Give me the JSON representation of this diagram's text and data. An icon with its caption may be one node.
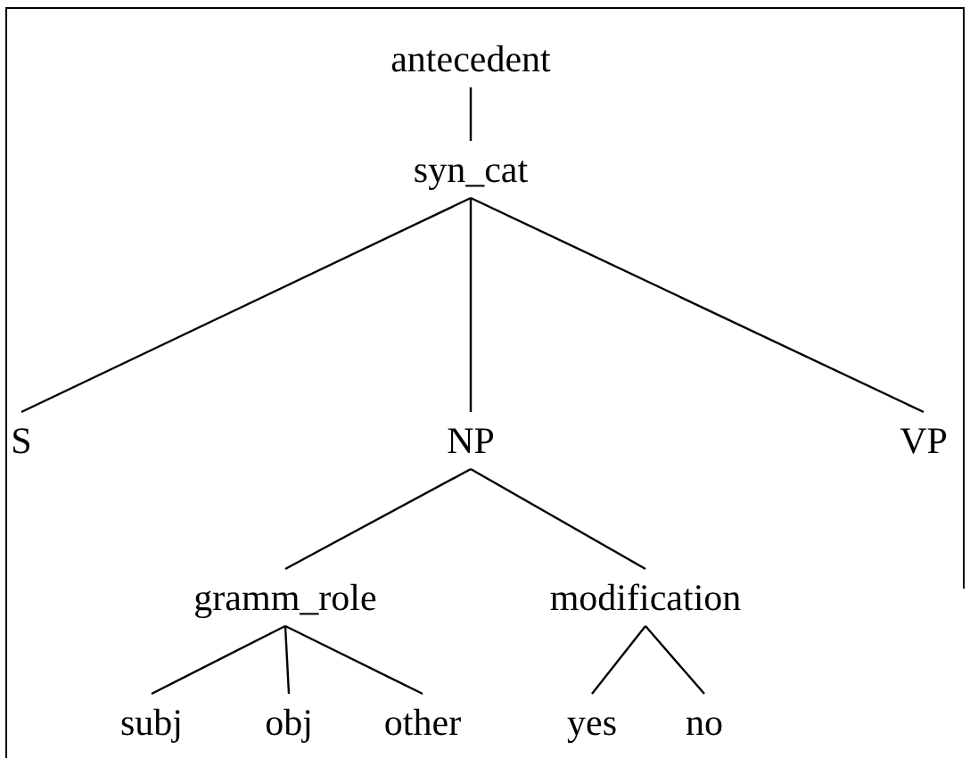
{
  "diagram": {
    "nodes": [
      {
        "text": [
          "antecedent"
        ]
      },
      {
        "text": [
          "syn_cat"
        ]
      },
      {
        "text": [
          "S"
        ]
      },
      {
        "text": [
          "NP"
        ]
      },
      {
        "text": [
          "VP"
        ]
      },
      {
        "text": [
          "gramm_role"
        ]
      },
      {
        "text": [
          "modification"
        ]
      },
      {
        "text": [
          "subj"
        ]
      },
      {
        "text": [
          "obj"
        ]
      },
      {
        "text": [
          "other"
        ]
      },
      {
        "text": [
          "yes"
        ]
      },
      {
        "text": [
          "no"
        ]
      }
    ],
    "edges": [
      {
        "from": 0,
        "to": 1,
        "arrow": "none"
      },
      {
        "from": 1,
        "to": 2,
        "arrow": "none"
      },
      {
        "from": 1,
        "to": 3,
        "arrow": "none"
      },
      {
        "from": 1,
        "to": 4,
        "arrow": "none"
      },
      {
        "from": 3,
        "to": 5,
        "arrow": "none"
      },
      {
        "from": 3,
        "to": 6,
        "arrow": "none"
      },
      {
        "from": 5,
        "to": 7,
        "arrow": "none"
      },
      {
        "from": 5,
        "to": 8,
        "arrow": "none"
      },
      {
        "from": 5,
        "to": 9,
        "arrow": "none"
      },
      {
        "from": 6,
        "to": 10,
        "arrow": "none"
      },
      {
        "from": 6,
        "to": 11,
        "arrow": "none"
      }
    ]
  }
}
